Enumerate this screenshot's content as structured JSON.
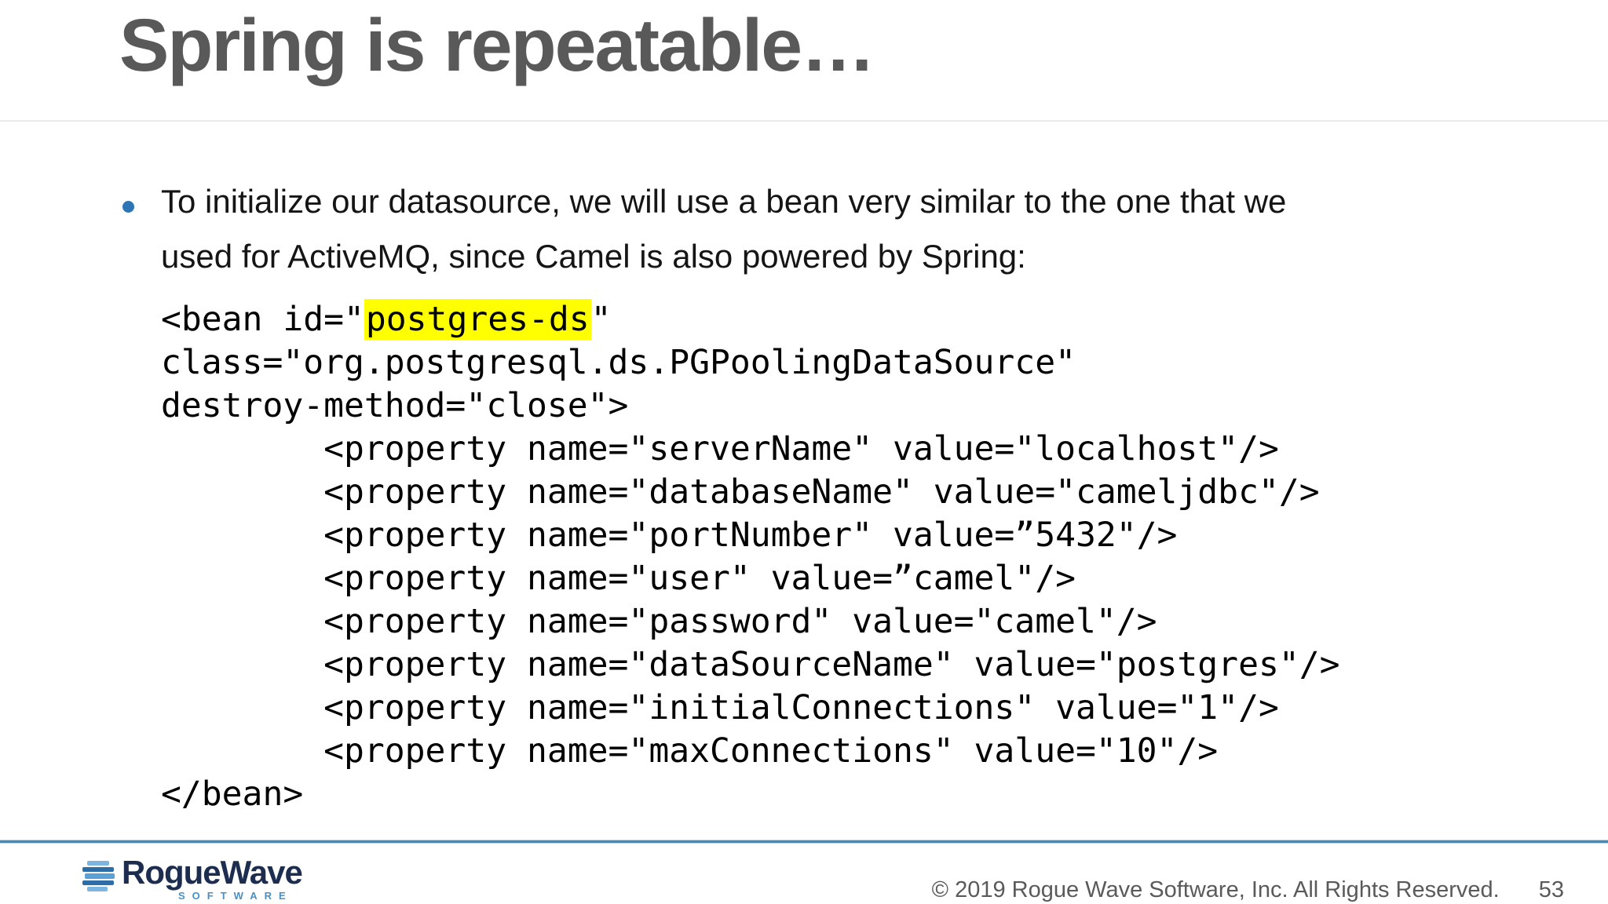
{
  "slide": {
    "title": "Spring is repeatable…"
  },
  "bullet": {
    "lines": [
      "To initialize our datasource, we will use a bean very similar to the one that we",
      "used for ActiveMQ, since Camel is also powered by Spring:"
    ]
  },
  "code": {
    "line1": {
      "prefix": "<bean id=\"",
      "highlight": "postgres-ds",
      "suffix": "\""
    },
    "lines": [
      "class=\"org.postgresql.ds.PGPoolingDataSource\"",
      "destroy-method=\"close\">",
      "        <property name=\"serverName\" value=\"localhost\"/>",
      "        <property name=\"databaseName\" value=\"cameljdbc\"/>",
      "        <property name=\"portNumber\" value=”5432\"/>",
      "        <property name=\"user\" value=”camel\"/>",
      "        <property name=\"password\" value=\"camel\"/>",
      "        <property name=\"dataSourceName\" value=\"postgres\"/>",
      "        <property name=\"initialConnections\" value=\"1\"/>",
      "        <property name=\"maxConnections\" value=\"10\"/>",
      "</bean>"
    ],
    "highlight_color": "#ffff00"
  },
  "footer": {
    "logo_text": "RogueWave",
    "logo_subtext": "SOFTWARE",
    "copyright": "© 2019 Rogue Wave Software, Inc. All Rights Reserved.",
    "page_number": "53"
  },
  "colors": {
    "title_gray": "#595959",
    "bullet_blue": "#2e75b6",
    "footer_rule_blue": "#4889b5",
    "logo_navy": "#1d2d50",
    "logo_blue": "#4a90c4",
    "highlight_yellow": "#ffff00"
  }
}
